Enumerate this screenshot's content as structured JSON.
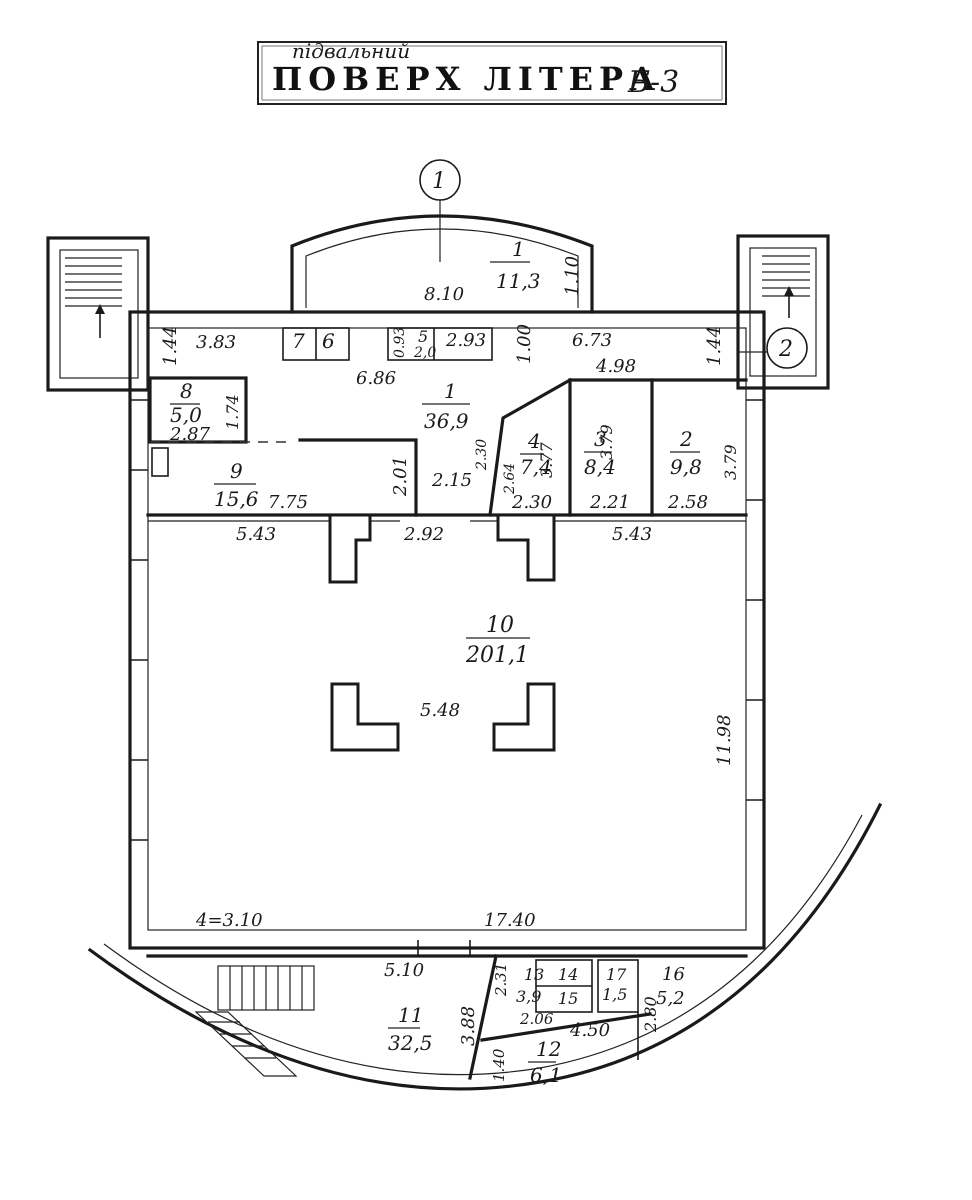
{
  "stamp": {
    "handwritten": "підвальний",
    "printed": "ПОВЕРХ ЛІТЕРА",
    "letter": "Б-3"
  },
  "axes": [
    "1",
    "2"
  ],
  "rooms": [
    {
      "num": "1",
      "area": "11,3"
    },
    {
      "num": "1",
      "area": "36,9"
    },
    {
      "num": "2",
      "area": "9,8"
    },
    {
      "num": "3",
      "area": "8,4"
    },
    {
      "num": "4",
      "area": "7,4"
    },
    {
      "num": "5",
      "area": "2,0"
    },
    {
      "num": "6",
      "area": ""
    },
    {
      "num": "7",
      "area": ""
    },
    {
      "num": "8",
      "area": "5,0"
    },
    {
      "num": "9",
      "area": "15,6"
    },
    {
      "num": "10",
      "area": "201,1"
    },
    {
      "num": "11",
      "area": "32,5"
    },
    {
      "num": "12",
      "area": "6,1"
    },
    {
      "num": "13",
      "area": "3,9"
    },
    {
      "num": "14",
      "area": ""
    },
    {
      "num": "15",
      "area": ""
    },
    {
      "num": "16",
      "area": "5,2"
    },
    {
      "num": "17",
      "area": "1,5"
    }
  ],
  "dims": {
    "d_810": "8.10",
    "d_110": "1.10",
    "d_383": "3.83",
    "d_144a": "1.44",
    "d_686": "6.86",
    "d_093": "0.93",
    "d_293": "2.93",
    "d_100": "1.00",
    "d_673": "6.73",
    "d_498": "4.98",
    "d_144b": "1.44",
    "d_174": "1.74",
    "d_287": "2.87",
    "d_230": "2.30",
    "d_377": "3.77",
    "d_379a": "3.79",
    "d_379b": "3.79",
    "d_201": "2.01",
    "d_215": "2.15",
    "d_264": "2.64",
    "d_775": "7.75",
    "d_230b": "2.30",
    "d_221": "2.21",
    "d_258": "2.58",
    "d_543a": "5.43",
    "d_292": "2.92",
    "d_543b": "5.43",
    "d_548": "5.48",
    "d_1198": "11.98",
    "d_310": "4=3.10",
    "d_1740": "17.40",
    "d_510": "5.10",
    "d_231": "2.31",
    "d_388": "3.88",
    "d_206": "2.06",
    "d_450": "4.50",
    "d_280": "2.80",
    "d_140": "1.40"
  }
}
